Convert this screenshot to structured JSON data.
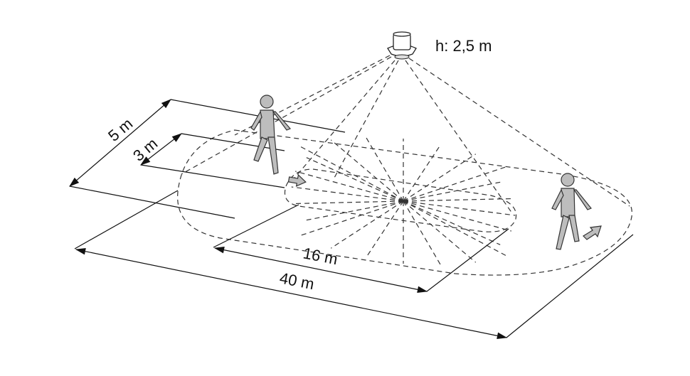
{
  "sensor": {
    "height_label": "h: 2,5 m"
  },
  "dimensions": {
    "width_outer": "5 m",
    "width_inner": "3 m",
    "length_inner": "16 m",
    "length_outer": "40 m"
  },
  "colors": {
    "line": "#333333",
    "person": "#bdbdbd"
  }
}
